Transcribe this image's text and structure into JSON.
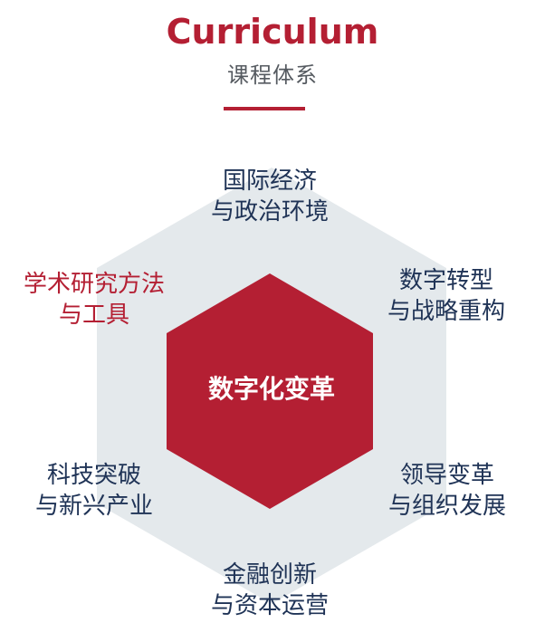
{
  "header": {
    "title": "Curriculum",
    "subtitle": "课程体系"
  },
  "colors": {
    "accent": "#b41f33",
    "outer_hexagon": "#e4e9ec",
    "label_text": "#1f3356"
  },
  "center": {
    "label": "数字化变革"
  },
  "modules": [
    {
      "line1": "国际经济",
      "line2": "与政治环境",
      "highlight": false
    },
    {
      "line1": "数字转型",
      "line2": "与战略重构",
      "highlight": false
    },
    {
      "line1": "领导变革",
      "line2": "与组织发展",
      "highlight": false
    },
    {
      "line1": "金融创新",
      "line2": "与资本运营",
      "highlight": false
    },
    {
      "line1": "科技突破",
      "line2": "与新兴产业",
      "highlight": false
    },
    {
      "line1": "学术研究方法",
      "line2": "与工具",
      "highlight": true
    }
  ]
}
